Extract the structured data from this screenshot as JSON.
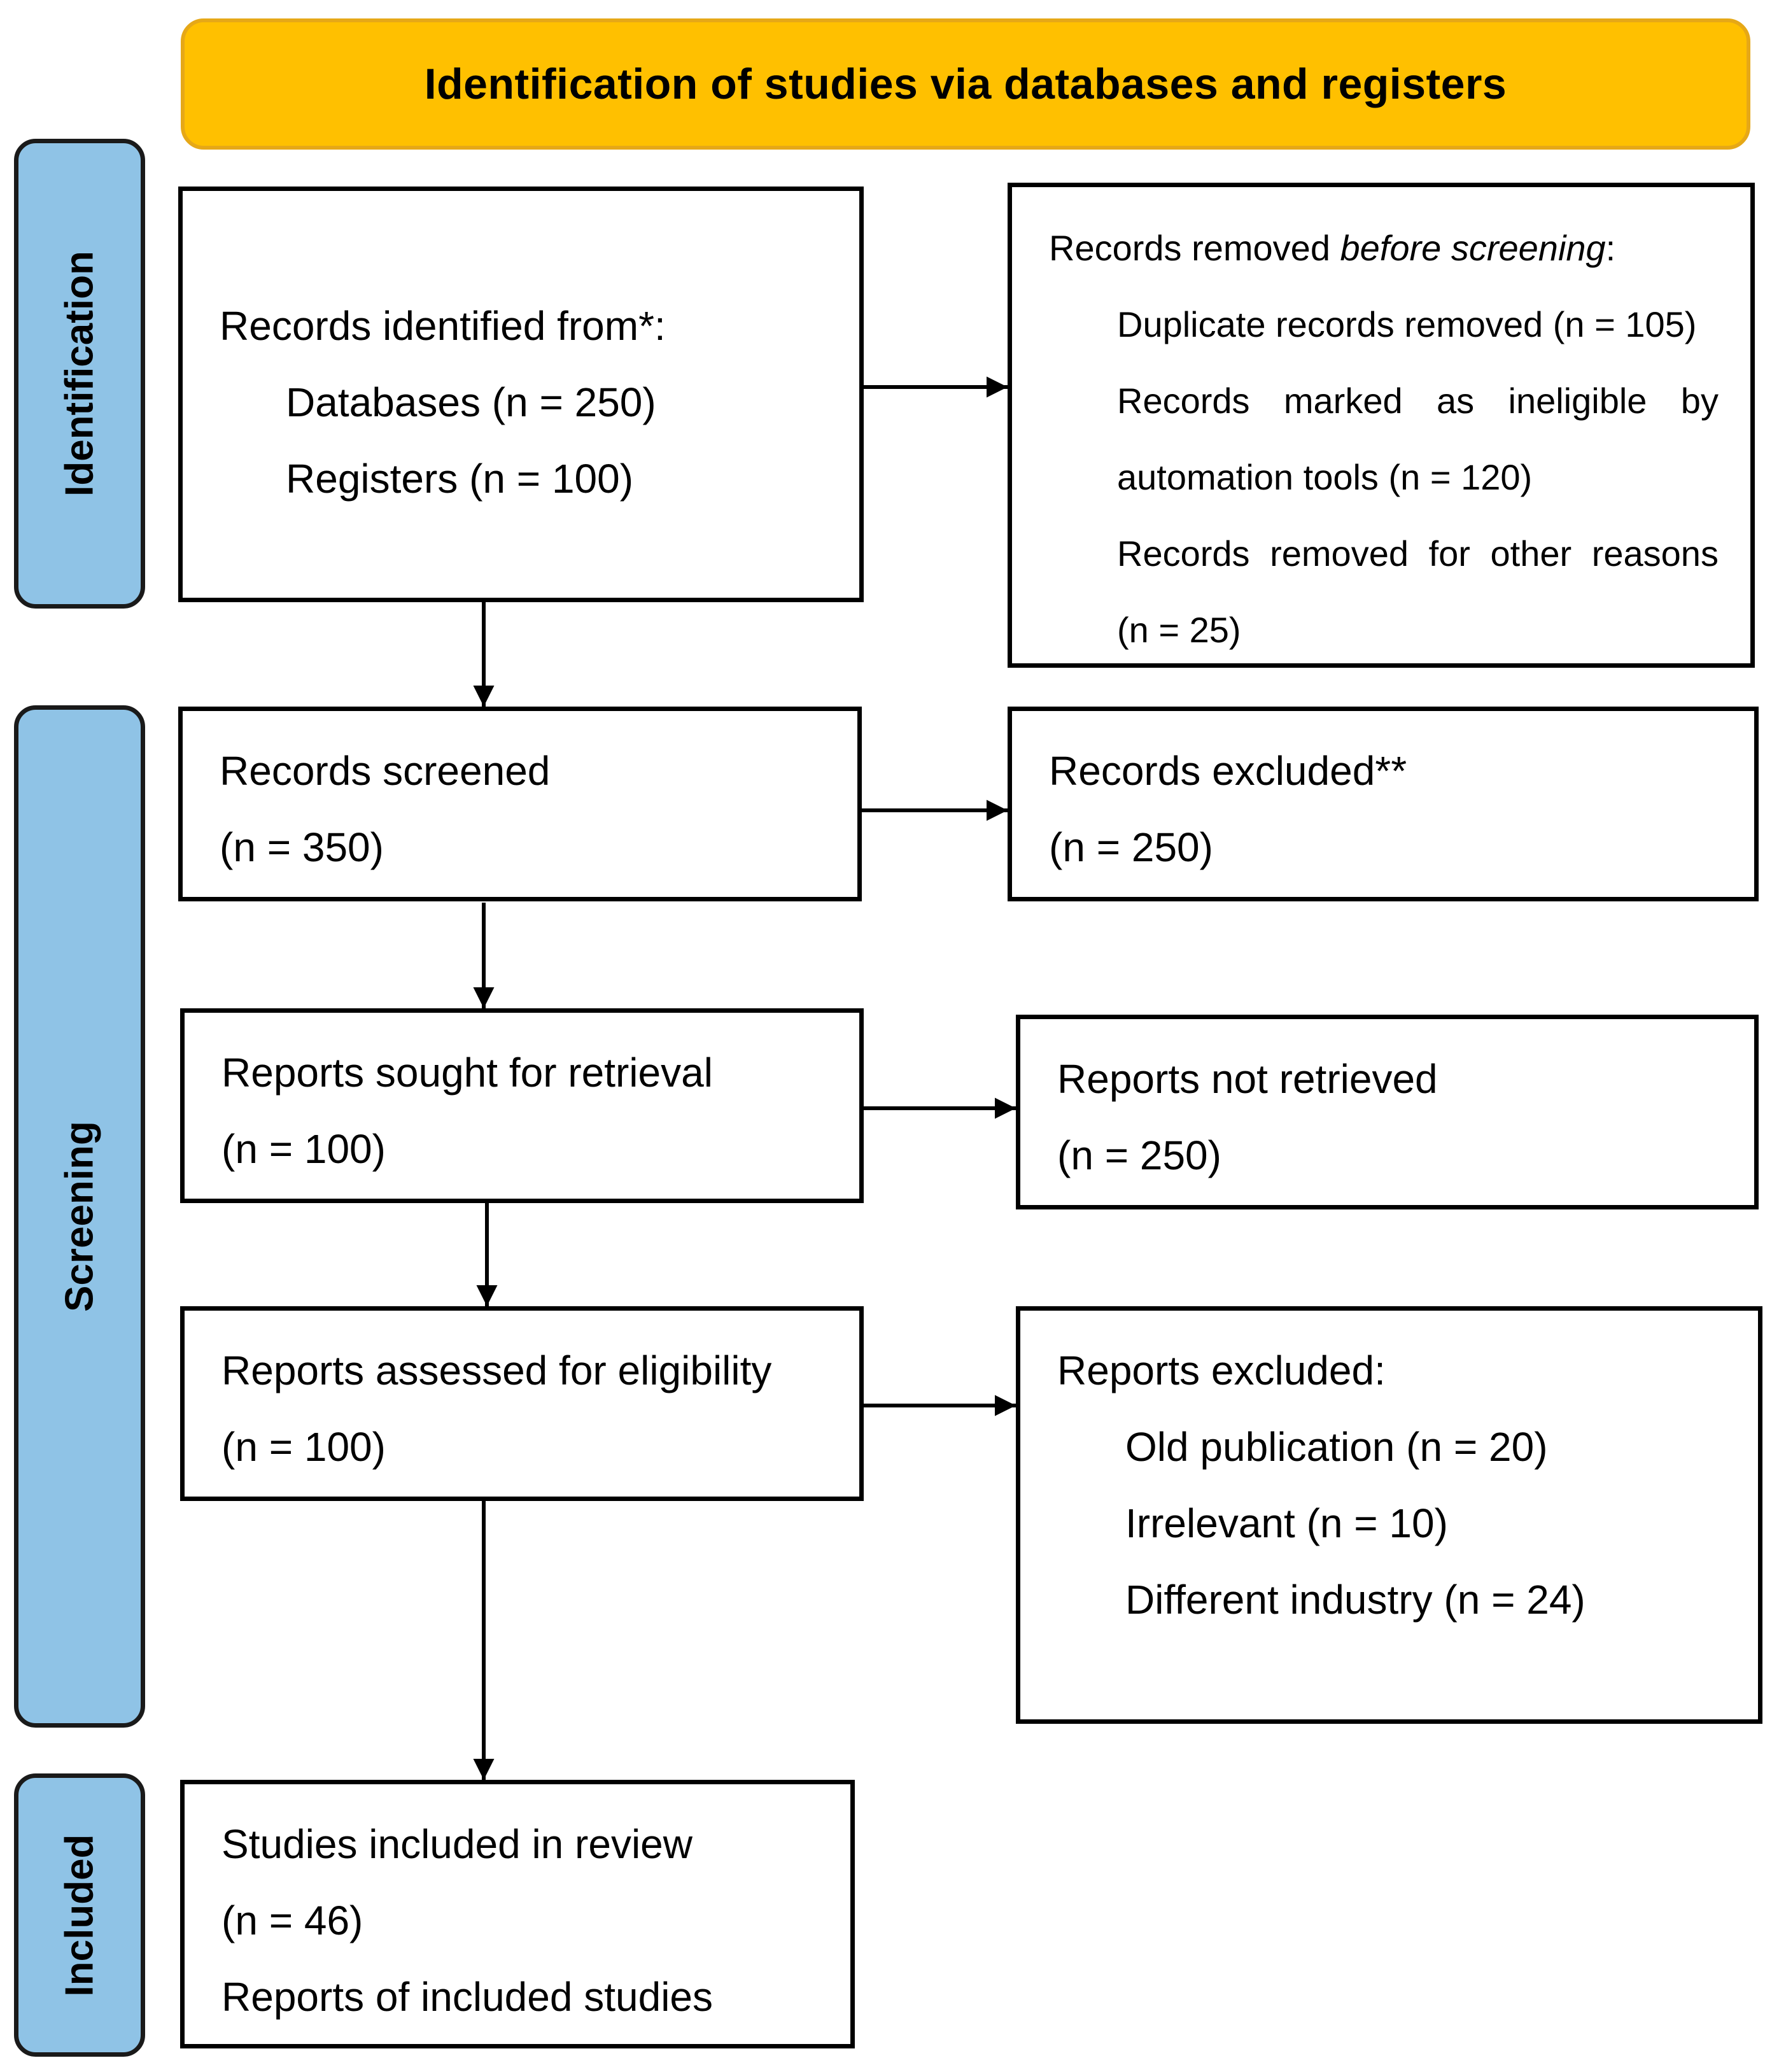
{
  "header": {
    "title": "Identification of studies via databases and registers"
  },
  "phases": {
    "identification": "Identification",
    "screening": "Screening",
    "included": "Included"
  },
  "records_identified": {
    "heading": "Records identified from*:",
    "databases": "Databases (n = 250)",
    "registers": "Registers (n = 100)"
  },
  "records_removed": {
    "heading_prefix": "Records removed ",
    "heading_italic": "before screening",
    "heading_suffix": ":",
    "duplicates": "Duplicate records removed (n = 105)",
    "ineligible_words": [
      "Records",
      "marked",
      "as",
      "ineligible",
      "by"
    ],
    "ineligible_line2": "automation tools (n = 120)",
    "other_words": [
      "Records",
      "removed",
      "for",
      "other",
      "reasons"
    ],
    "other_line2": "(n = 25)"
  },
  "records_screened": {
    "label": "Records screened",
    "count": "(n = 350)"
  },
  "records_excluded": {
    "label": "Records excluded**",
    "count": "(n = 250)"
  },
  "reports_sought": {
    "label": "Reports sought for retrieval",
    "count": "(n = 100)"
  },
  "reports_not_retrieved": {
    "label": "Reports not retrieved",
    "count": "(n = 250)"
  },
  "reports_assessed": {
    "label": "Reports assessed for eligibility",
    "count": "(n = 100)"
  },
  "reports_excluded": {
    "heading": "Reports excluded:",
    "old_publication": "Old publication (n = 20)",
    "irrelevant": "Irrelevant (n = 10)",
    "different_industry": "Different industry (n = 24)"
  },
  "studies_included": {
    "label": "Studies included in review",
    "count": "(n = 46)",
    "reports_label": "Reports of included studies"
  },
  "colors": {
    "header_fill": "#ffc000",
    "header_border": "#e6a817",
    "phase_fill": "#8fc3e6",
    "line": "#000000"
  }
}
